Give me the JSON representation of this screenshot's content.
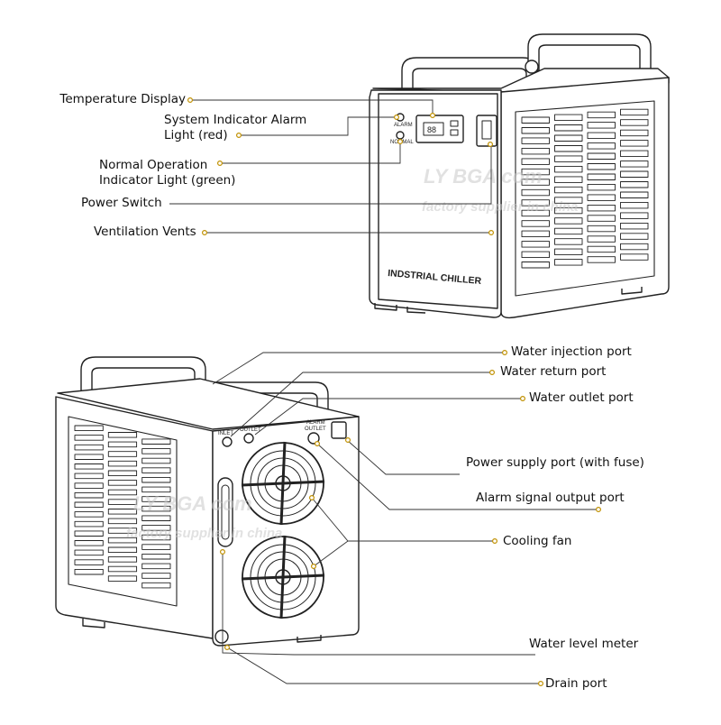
{
  "front_view": {
    "panel_text": "INDSTRIAL CHILLER",
    "display_value": "88",
    "alarm_label": "ALARM",
    "normal_label": "NORMAL",
    "callouts": [
      {
        "id": "temperature-display",
        "lines": [
          "Temperature Display"
        ]
      },
      {
        "id": "system-indicator-alarm",
        "lines": [
          "System Indicator Alarm",
          "Light (red)"
        ]
      },
      {
        "id": "normal-operation-light",
        "lines": [
          "Normal Operation",
          "Indicator Light (green)"
        ]
      },
      {
        "id": "power-switch",
        "lines": [
          "Power Switch"
        ]
      },
      {
        "id": "ventilation-vents",
        "lines": [
          "Ventilation Vents"
        ]
      }
    ]
  },
  "rear_view": {
    "inlet_label": "INLET",
    "outlet_label": "OUTLET",
    "alarm_outlet_label": [
      "ALARM",
      "OUTLET"
    ],
    "callouts": [
      {
        "id": "water-injection-port",
        "lines": [
          "Water injection port"
        ]
      },
      {
        "id": "water-return-port",
        "lines": [
          "Water return port"
        ]
      },
      {
        "id": "water-outlet-port",
        "lines": [
          "Water outlet port"
        ]
      },
      {
        "id": "power-supply-port",
        "lines": [
          "Power supply port (with fuse)"
        ]
      },
      {
        "id": "alarm-signal-output-port",
        "lines": [
          "Alarm signal output port"
        ]
      },
      {
        "id": "cooling-fan",
        "lines": [
          "Cooling fan"
        ]
      },
      {
        "id": "water-level-meter",
        "lines": [
          "Water level meter"
        ]
      },
      {
        "id": "drain-port",
        "lines": [
          "Drain port"
        ]
      }
    ]
  },
  "watermark": {
    "brand": "LY BGA com",
    "tagline": "factory supplier in china"
  }
}
